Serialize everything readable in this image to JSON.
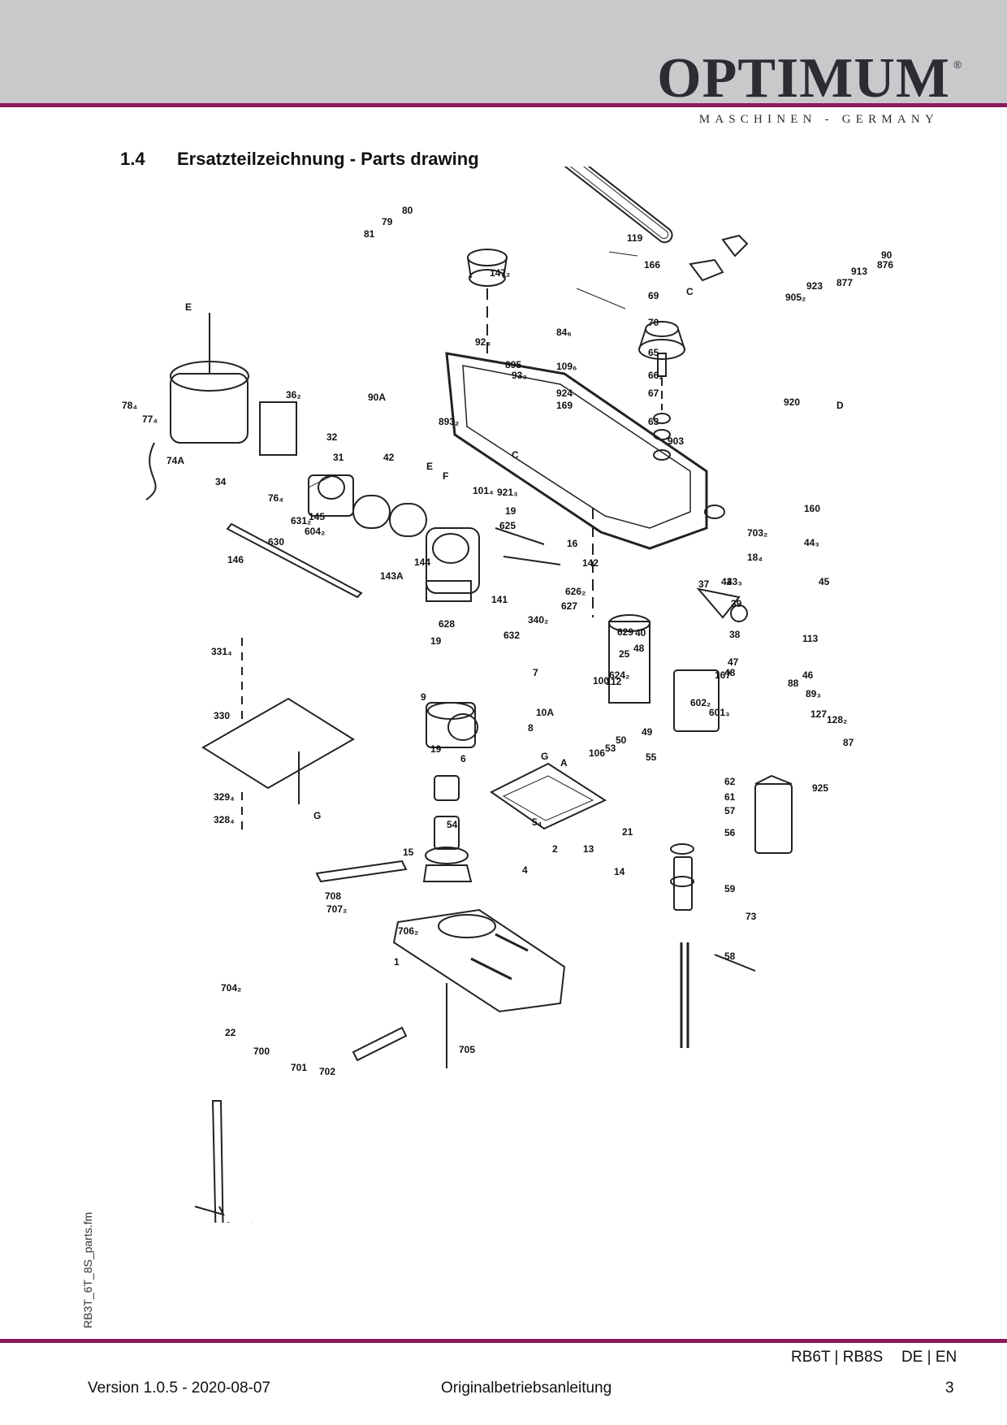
{
  "header": {
    "brand": "OPTIMUM",
    "registered": "®",
    "tagline": "MASCHINEN - GERMANY",
    "accent_color": "#8a1a5c",
    "band_color": "#c8c9cb"
  },
  "section": {
    "number": "1.4",
    "title": "Ersatzteilzeichnung - Parts drawing"
  },
  "drawing": {
    "part_labels": [
      "80",
      "79",
      "81",
      "119",
      "166",
      "147₂",
      "69",
      "70",
      "84₆",
      "65",
      "109₆",
      "66₂",
      "895",
      "93₃",
      "92₄",
      "924",
      "67",
      "169",
      "63",
      "90A",
      "893₂",
      "920",
      "D",
      "903",
      "E",
      "F",
      "C",
      "101₄",
      "921₃",
      "E",
      "36₂",
      "78₄",
      "77₄",
      "32",
      "31",
      "42",
      "74A",
      "34",
      "76₄",
      "631₂",
      "604₂",
      "630",
      "145",
      "146",
      "19",
      "625",
      "16",
      "142",
      "144",
      "143A",
      "141",
      "626₂",
      "627",
      "340₂",
      "628",
      "19",
      "629",
      "632",
      "331₄",
      "330",
      "329₄",
      "328₄",
      "G",
      "9",
      "7",
      "10A",
      "8",
      "6",
      "19",
      "A",
      "G",
      "21",
      "50",
      "49",
      "53",
      "106",
      "55",
      "54",
      "5₄",
      "4",
      "2",
      "13",
      "14",
      "15",
      "708",
      "707₂",
      "706₂",
      "1",
      "704₂",
      "22",
      "700",
      "701",
      "702",
      "705",
      "703₂",
      "18₄",
      "160",
      "44₃",
      "43₃",
      "42",
      "45",
      "37",
      "39",
      "38",
      "40",
      "48",
      "25",
      "624₂",
      "100",
      "112",
      "113",
      "47",
      "48",
      "167",
      "46",
      "88",
      "89₃",
      "127",
      "128₂",
      "87",
      "602₂",
      "601₃",
      "62",
      "61",
      "57",
      "56",
      "59",
      "73",
      "58",
      "925",
      "90",
      "876",
      "913",
      "877",
      "923",
      "905₂",
      "C"
    ]
  },
  "sidebar": {
    "filename": "RB3T_6T_8S_parts.fm"
  },
  "footer": {
    "model": "RB6T | RB8S",
    "languages": "DE | EN",
    "version": "Version 1.0.5 - 2020-08-07",
    "document": "Originalbetriebsanleitung",
    "page": "3"
  }
}
